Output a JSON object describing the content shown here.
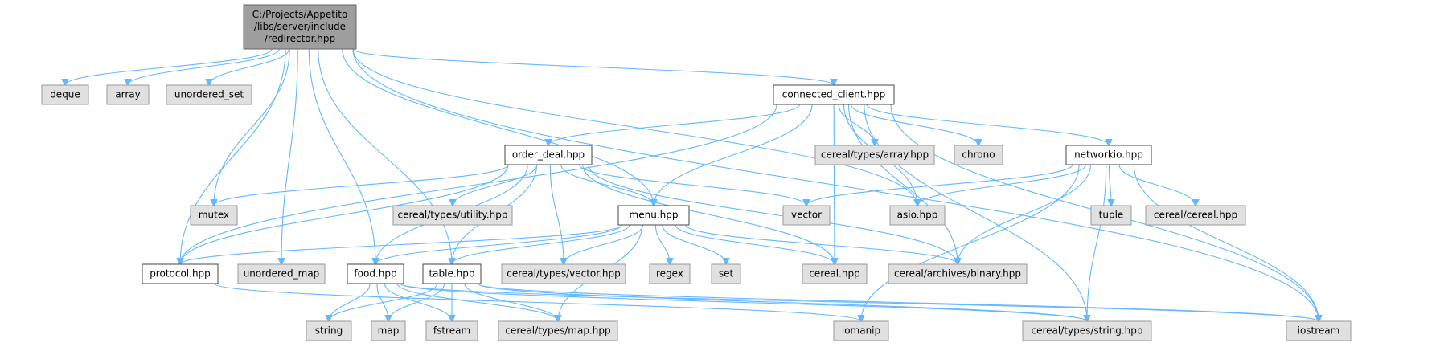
{
  "diagram": {
    "root": {
      "id": "redirector",
      "label_lines": [
        "C:/Projects/Appetito",
        "/libs/server/include",
        "/redirector.hpp"
      ]
    },
    "nodes": [
      {
        "id": "deque",
        "label": "deque",
        "kind": "system"
      },
      {
        "id": "array",
        "label": "array",
        "kind": "system"
      },
      {
        "id": "unordered_set",
        "label": "unordered_set",
        "kind": "system"
      },
      {
        "id": "connected_client",
        "label": "connected_client.hpp",
        "kind": "local"
      },
      {
        "id": "order_deal",
        "label": "order_deal.hpp",
        "kind": "local"
      },
      {
        "id": "cereal_types_array",
        "label": "cereal/types/array.hpp",
        "kind": "system"
      },
      {
        "id": "chrono",
        "label": "chrono",
        "kind": "system"
      },
      {
        "id": "networkio",
        "label": "networkio.hpp",
        "kind": "local"
      },
      {
        "id": "mutex",
        "label": "mutex",
        "kind": "system"
      },
      {
        "id": "cereal_types_utility",
        "label": "cereal/types/utility.hpp",
        "kind": "system"
      },
      {
        "id": "menu",
        "label": "menu.hpp",
        "kind": "local"
      },
      {
        "id": "vector",
        "label": "vector",
        "kind": "system"
      },
      {
        "id": "asio",
        "label": "asio.hpp",
        "kind": "system"
      },
      {
        "id": "tuple",
        "label": "tuple",
        "kind": "system"
      },
      {
        "id": "cereal_cereal",
        "label": "cereal/cereal.hpp",
        "kind": "system"
      },
      {
        "id": "protocol",
        "label": "protocol.hpp",
        "kind": "local"
      },
      {
        "id": "unordered_map",
        "label": "unordered_map",
        "kind": "system"
      },
      {
        "id": "food",
        "label": "food.hpp",
        "kind": "local"
      },
      {
        "id": "table",
        "label": "table.hpp",
        "kind": "local"
      },
      {
        "id": "cereal_types_vector",
        "label": "cereal/types/vector.hpp",
        "kind": "system"
      },
      {
        "id": "regex",
        "label": "regex",
        "kind": "system"
      },
      {
        "id": "set",
        "label": "set",
        "kind": "system"
      },
      {
        "id": "cereal_hpp",
        "label": "cereal.hpp",
        "kind": "system"
      },
      {
        "id": "cereal_archives_binary",
        "label": "cereal/archives/binary.hpp",
        "kind": "system"
      },
      {
        "id": "string",
        "label": "string",
        "kind": "system"
      },
      {
        "id": "map",
        "label": "map",
        "kind": "system"
      },
      {
        "id": "fstream",
        "label": "fstream",
        "kind": "system"
      },
      {
        "id": "cereal_types_map",
        "label": "cereal/types/map.hpp",
        "kind": "system"
      },
      {
        "id": "iomanip",
        "label": "iomanip",
        "kind": "system"
      },
      {
        "id": "cereal_types_string",
        "label": "cereal/types/string.hpp",
        "kind": "system"
      },
      {
        "id": "iostream",
        "label": "iostream",
        "kind": "system"
      }
    ],
    "edges": [
      [
        "redirector",
        "deque"
      ],
      [
        "redirector",
        "array"
      ],
      [
        "redirector",
        "unordered_set"
      ],
      [
        "redirector",
        "connected_client"
      ],
      [
        "redirector",
        "mutex"
      ],
      [
        "redirector",
        "protocol"
      ],
      [
        "redirector",
        "unordered_map"
      ],
      [
        "redirector",
        "food"
      ],
      [
        "redirector",
        "table"
      ],
      [
        "redirector",
        "menu"
      ],
      [
        "redirector",
        "asio"
      ],
      [
        "redirector",
        "iostream"
      ],
      [
        "connected_client",
        "order_deal"
      ],
      [
        "connected_client",
        "cereal_types_array"
      ],
      [
        "connected_client",
        "chrono"
      ],
      [
        "connected_client",
        "networkio"
      ],
      [
        "connected_client",
        "menu"
      ],
      [
        "connected_client",
        "protocol"
      ],
      [
        "connected_client",
        "asio"
      ],
      [
        "connected_client",
        "cereal_hpp"
      ],
      [
        "connected_client",
        "cereal_archives_binary"
      ],
      [
        "connected_client",
        "iostream"
      ],
      [
        "connected_client",
        "cereal_types_string"
      ],
      [
        "order_deal",
        "mutex"
      ],
      [
        "order_deal",
        "cereal_types_utility"
      ],
      [
        "order_deal",
        "menu"
      ],
      [
        "order_deal",
        "vector"
      ],
      [
        "order_deal",
        "protocol"
      ],
      [
        "order_deal",
        "food"
      ],
      [
        "order_deal",
        "table"
      ],
      [
        "order_deal",
        "cereal_types_vector"
      ],
      [
        "order_deal",
        "cereal_hpp"
      ],
      [
        "order_deal",
        "cereal_archives_binary"
      ],
      [
        "networkio",
        "vector"
      ],
      [
        "networkio",
        "asio"
      ],
      [
        "networkio",
        "tuple"
      ],
      [
        "networkio",
        "cereal_cereal"
      ],
      [
        "networkio",
        "cereal_archives_binary"
      ],
      [
        "networkio",
        "iomanip"
      ],
      [
        "networkio",
        "cereal_types_string"
      ],
      [
        "networkio",
        "iostream"
      ],
      [
        "menu",
        "protocol"
      ],
      [
        "menu",
        "food"
      ],
      [
        "menu",
        "table"
      ],
      [
        "menu",
        "cereal_types_vector"
      ],
      [
        "menu",
        "regex"
      ],
      [
        "menu",
        "set"
      ],
      [
        "menu",
        "cereal_hpp"
      ],
      [
        "menu",
        "cereal_archives_binary"
      ],
      [
        "menu",
        "cereal_types_map"
      ],
      [
        "protocol",
        "iomanip"
      ],
      [
        "food",
        "string"
      ],
      [
        "food",
        "map"
      ],
      [
        "food",
        "fstream"
      ],
      [
        "food",
        "cereal_types_map"
      ],
      [
        "food",
        "cereal_types_string"
      ],
      [
        "food",
        "iostream"
      ],
      [
        "table",
        "string"
      ],
      [
        "table",
        "map"
      ],
      [
        "table",
        "fstream"
      ],
      [
        "table",
        "cereal_types_map"
      ],
      [
        "table",
        "cereal_types_string"
      ],
      [
        "table",
        "iostream"
      ]
    ]
  }
}
